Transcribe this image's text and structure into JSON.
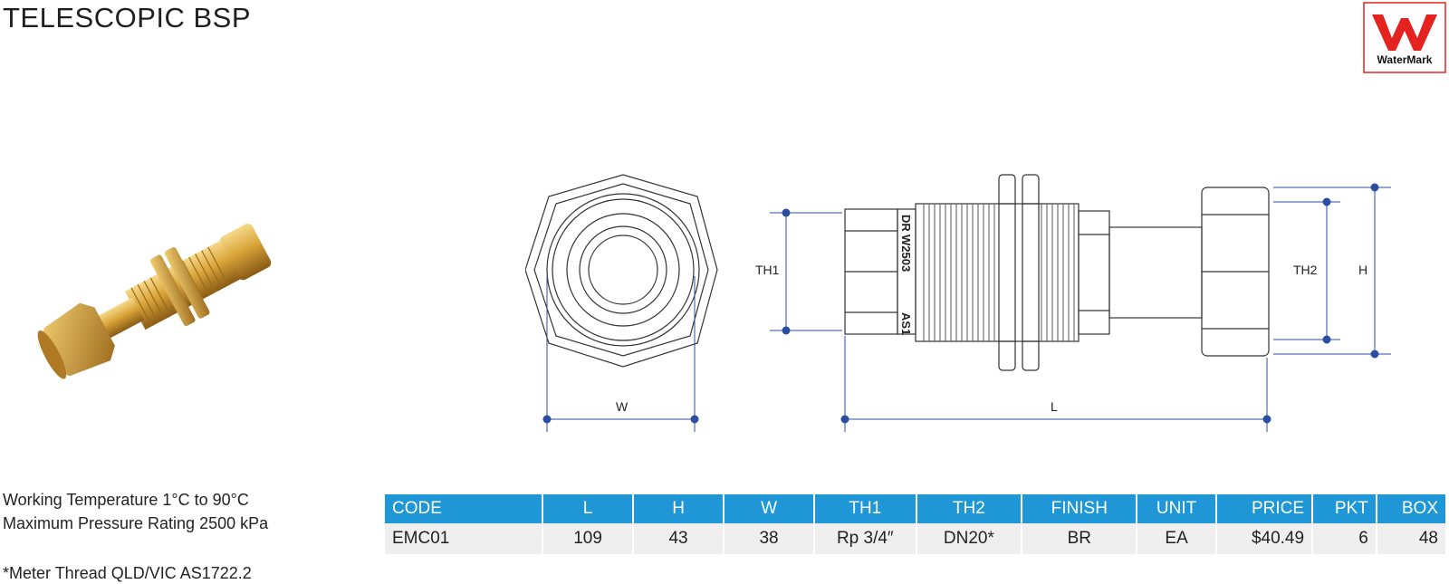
{
  "title": "TELESCOPIC BSP",
  "logo": {
    "text": "WaterMark",
    "color": "#e42320"
  },
  "specs": {
    "temperature": "Working Temperature 1°C to 90°C",
    "pressure": "Maximum Pressure Rating  2500 kPa",
    "note": "*Meter Thread QLD/VIC AS1722.2"
  },
  "drawing": {
    "labels": {
      "w": "W",
      "l": "L",
      "th1": "TH1",
      "th2": "TH2",
      "h": "H"
    },
    "markings": {
      "dr": "DR",
      "code": "W2503",
      "std": "AS1"
    },
    "dim_color": "#2b4ea2"
  },
  "table": {
    "header_color": "#1f97d6",
    "headers": [
      "CODE",
      "L",
      "H",
      "W",
      "TH1",
      "TH2",
      "FINISH",
      "UNIT",
      "PRICE",
      "PKT",
      "BOX"
    ],
    "rows": [
      [
        "EMC01",
        "109",
        "43",
        "38",
        "Rp 3/4″",
        "DN20*",
        "BR",
        "EA",
        "$40.49",
        "6",
        "48"
      ]
    ]
  }
}
